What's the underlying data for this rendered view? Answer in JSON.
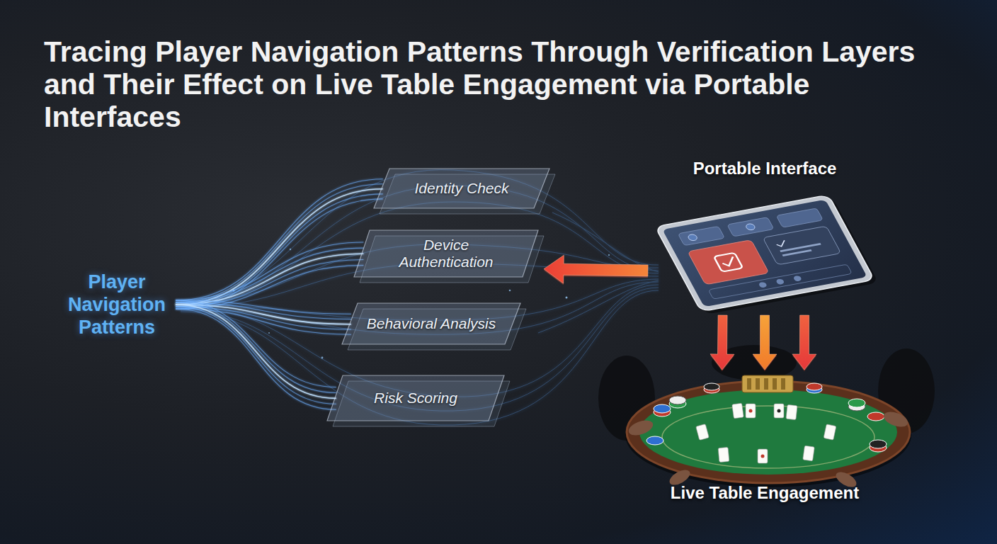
{
  "diagram": {
    "title": "Tracing Player Navigation Patterns Through Verification Layers and Their Effect on Live Table Engagement via Portable Interfaces",
    "nodes": [
      {
        "text": [
          "Player Navigation Patterns"
        ]
      },
      {
        "text": [
          "Identity Check"
        ]
      },
      {
        "text": [
          "Device Authentication"
        ]
      },
      {
        "text": [
          "Behavioral Analysis"
        ]
      },
      {
        "text": [
          "Risk Scoring"
        ]
      },
      {
        "text": [
          "Portable Interface"
        ]
      },
      {
        "text": [
          "Live Table Engagement"
        ]
      }
    ],
    "edges": [
      {
        "from": 0,
        "to": 1,
        "arrow": "none"
      },
      {
        "from": 0,
        "to": 2,
        "arrow": "none"
      },
      {
        "from": 0,
        "to": 3,
        "arrow": "none"
      },
      {
        "from": 0,
        "to": 4,
        "arrow": "none"
      },
      {
        "from": 5,
        "to": 2,
        "arrow": "to"
      },
      {
        "from": 5,
        "to": 6,
        "arrow": "to"
      },
      {
        "from": 5,
        "to": 6,
        "arrow": "to"
      },
      {
        "from": 5,
        "to": 6,
        "arrow": "to"
      }
    ]
  }
}
